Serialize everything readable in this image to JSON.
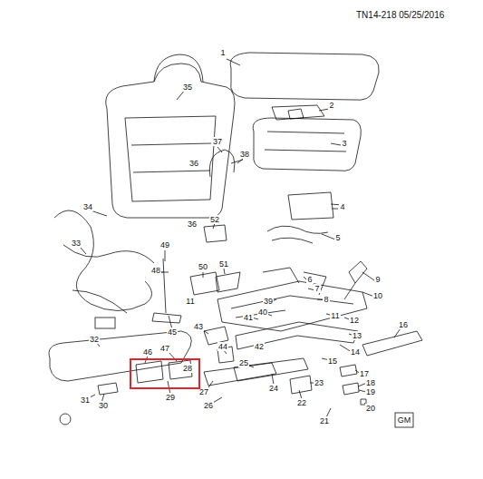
{
  "diagram": {
    "title": "TN14-218 05/25/2016",
    "nodes": [
      {
        "text": [
          "28"
        ]
      }
    ],
    "labels": [
      "1",
      "2",
      "3",
      "35",
      "37",
      "36",
      "38",
      "34",
      "36",
      "52",
      "4",
      "5",
      "33",
      "49",
      "48",
      "50",
      "51",
      "6",
      "9",
      "7",
      "8",
      "10",
      "11",
      "39",
      "40",
      "41",
      "11",
      "12",
      "43",
      "45",
      "13",
      "14",
      "44",
      "42",
      "46",
      "47",
      "15",
      "16",
      "32",
      "17",
      "18",
      "19",
      "20",
      "25",
      "23",
      "24",
      "22",
      "27",
      "26",
      "21",
      "29",
      "31",
      "30",
      "GM"
    ]
  }
}
